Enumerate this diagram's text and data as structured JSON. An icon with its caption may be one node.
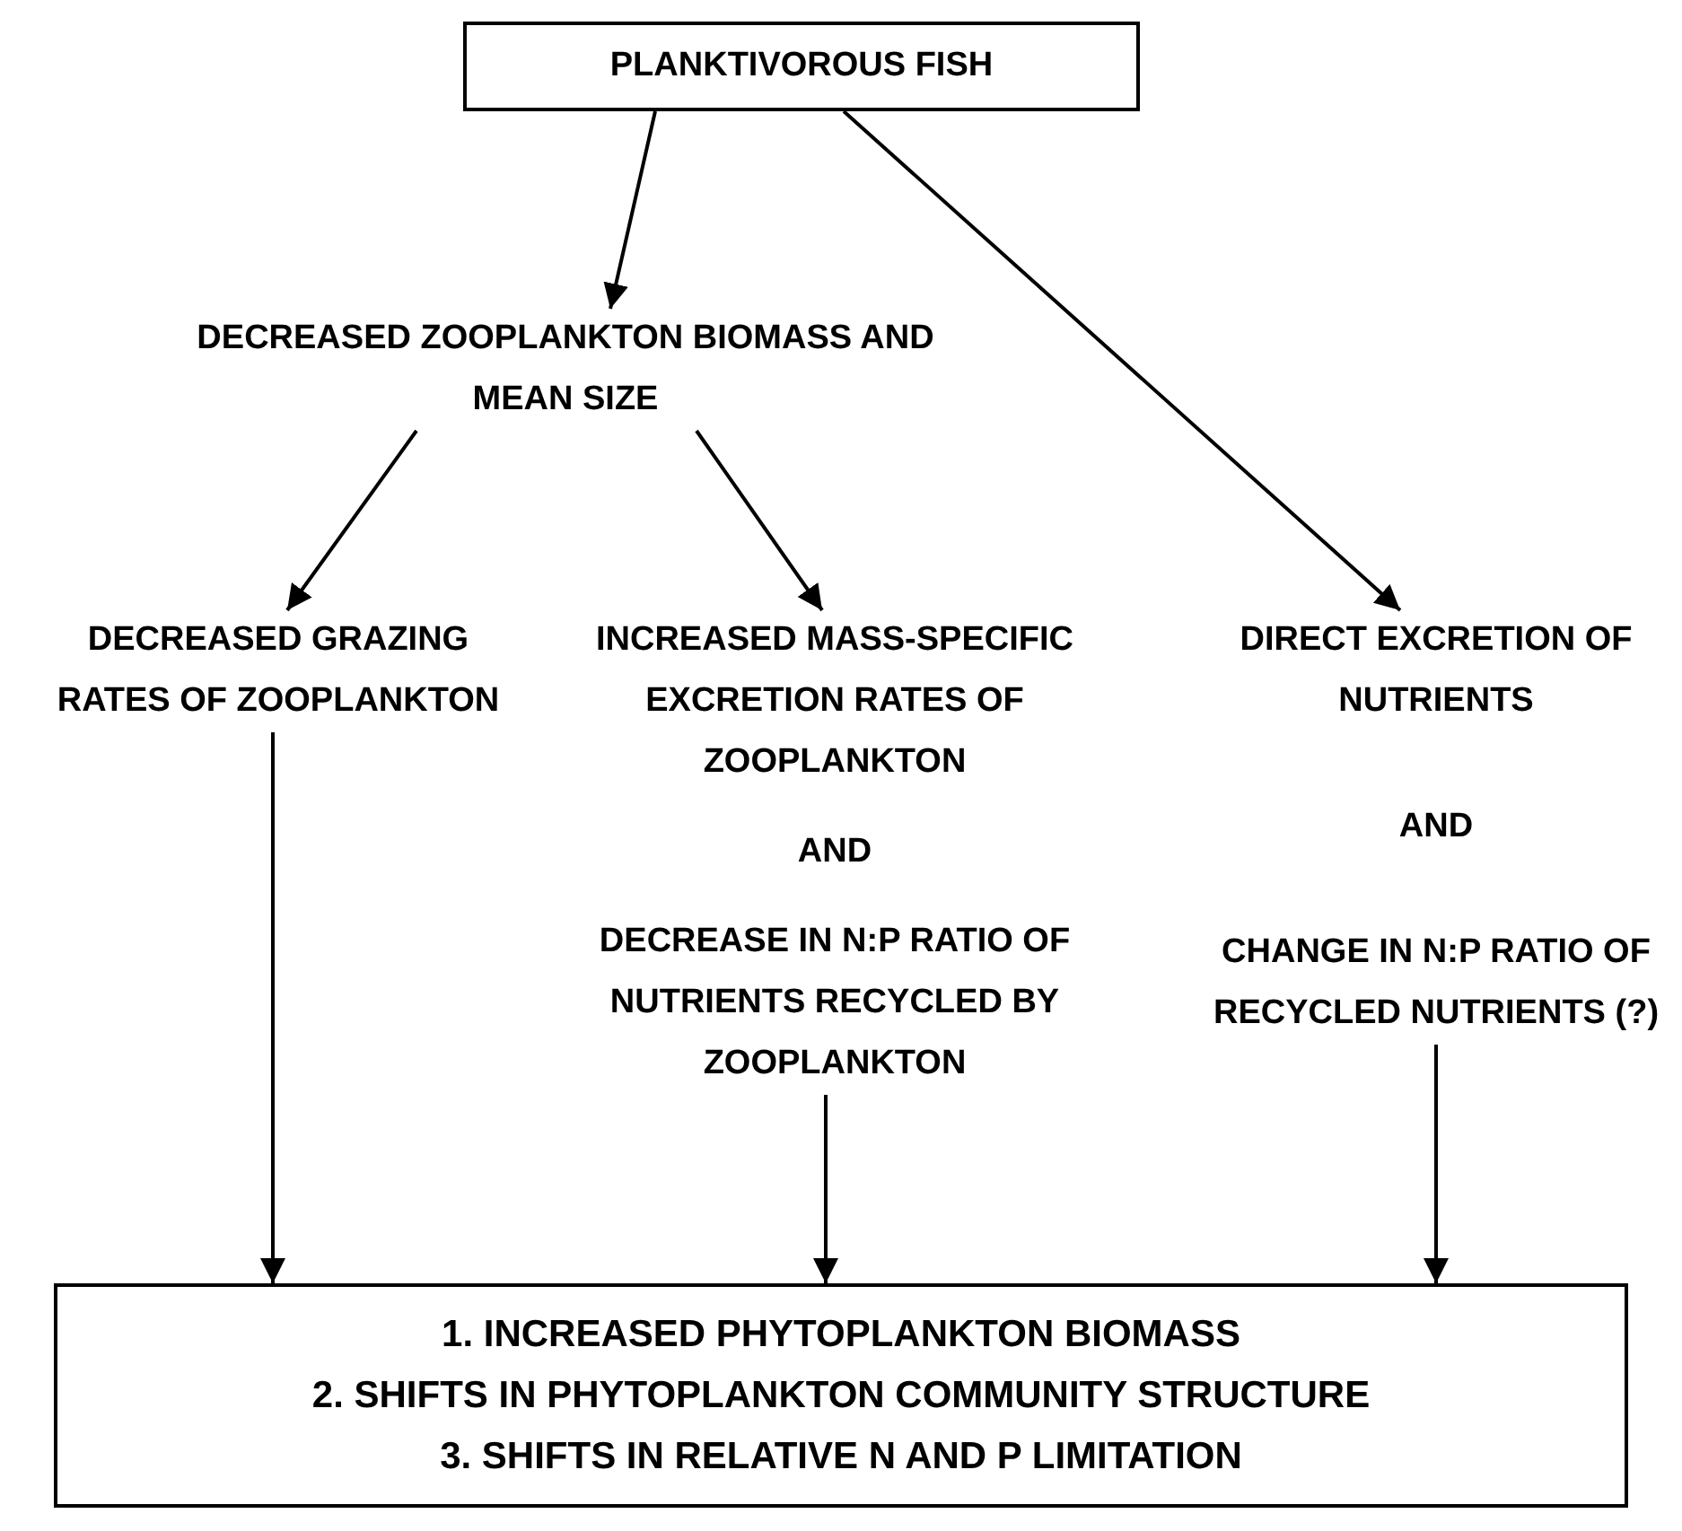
{
  "diagram": {
    "nodes": [
      {
        "text": [
          "PLANKTIVOROUS FISH"
        ]
      },
      {
        "text": [
          "DECREASED ZOOPLANKTON BIOMASS AND MEAN SIZE"
        ]
      },
      {
        "text": [
          "DECREASED GRAZING RATES OF ZOOPLANKTON"
        ]
      },
      {
        "text": [
          "INCREASED MASS-SPECIFIC EXCRETION RATES OF ZOOPLANKTON",
          "AND",
          "DECREASE IN N:P RATIO OF NUTRIENTS RECYCLED BY ZOOPLANKTON"
        ]
      },
      {
        "text": [
          "DIRECT EXCRETION OF NUTRIENTS",
          "AND",
          "CHANGE IN N:P RATIO OF RECYCLED NUTRIENTS (?)"
        ]
      },
      {
        "text": [
          "1. INCREASED PHYTOPLANKTON BIOMASS",
          "2. SHIFTS IN PHYTOPLANKTON COMMUNITY STRUCTURE",
          "3. SHIFTS IN RELATIVE N AND P LIMITATION"
        ]
      }
    ],
    "edges": [
      {
        "from": 0,
        "to": 1,
        "arrow": "to"
      },
      {
        "from": 0,
        "to": 4,
        "arrow": "to"
      },
      {
        "from": 1,
        "to": 2,
        "arrow": "to"
      },
      {
        "from": 1,
        "to": 3,
        "arrow": "to"
      },
      {
        "from": 2,
        "to": 5,
        "arrow": "to"
      },
      {
        "from": 3,
        "to": 5,
        "arrow": "to"
      },
      {
        "from": 4,
        "to": 5,
        "arrow": "to"
      }
    ]
  }
}
